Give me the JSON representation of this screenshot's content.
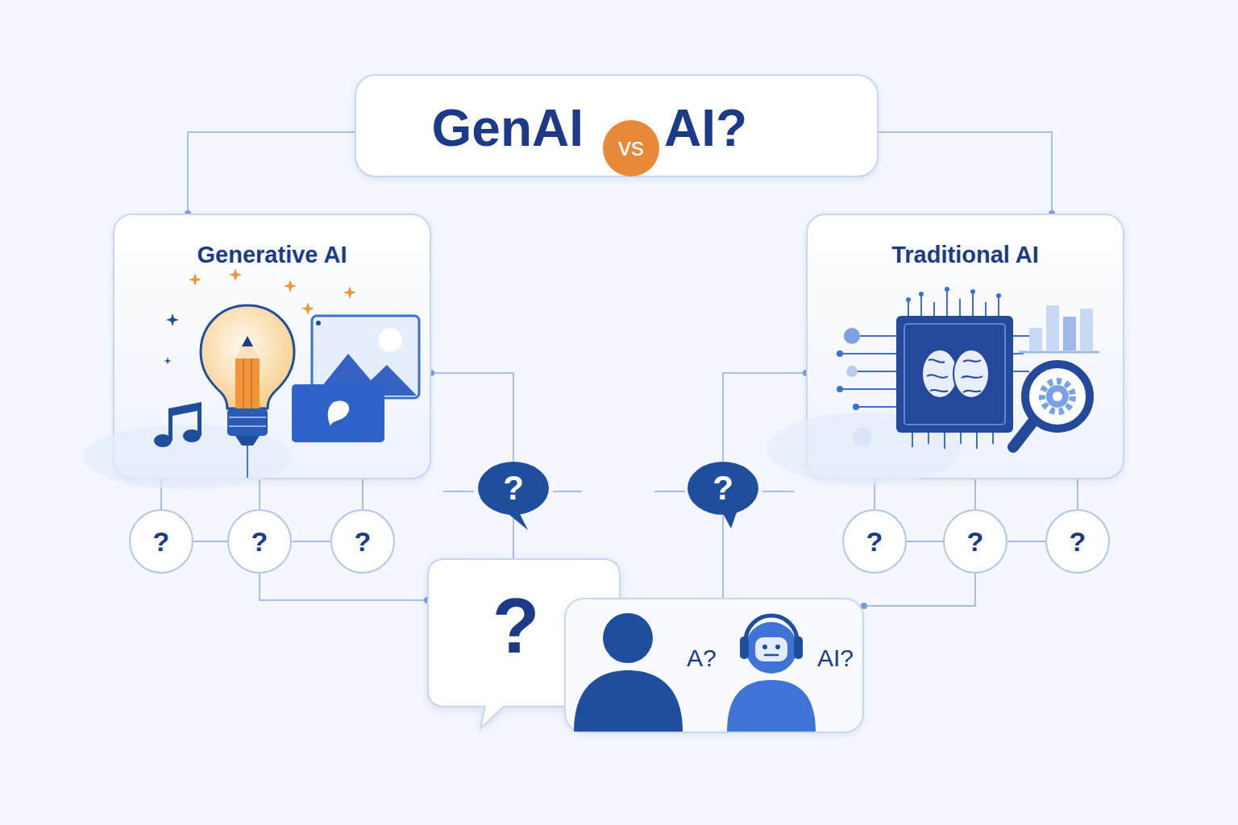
{
  "diagram": {
    "nodes": [
      {
        "text": [
          "GenAI",
          "AI?"
        ]
      },
      {
        "text": [
          "vs"
        ],
        "in": 0
      },
      {
        "text": [
          "Generative AI"
        ]
      },
      {
        "text": [
          "Traditional AI"
        ]
      },
      {
        "text": [
          "?"
        ]
      },
      {
        "text": [
          "?"
        ]
      },
      {
        "text": [
          "?"
        ]
      },
      {
        "text": [
          "?"
        ]
      },
      {
        "text": [
          "?"
        ]
      },
      {
        "text": [
          "?"
        ]
      },
      {
        "text": [
          "?"
        ]
      },
      {
        "text": [
          "?"
        ]
      },
      {
        "text": [
          "?"
        ]
      },
      {
        "text": [
          "A?",
          "AI?"
        ]
      }
    ],
    "edges": [
      {
        "from": 0,
        "to": 2,
        "arrow": "none"
      },
      {
        "from": 0,
        "to": 3,
        "arrow": "none"
      },
      {
        "from": 2,
        "to": 4,
        "arrow": "none"
      },
      {
        "from": 2,
        "to": 5,
        "arrow": "none"
      },
      {
        "from": 2,
        "to": 6,
        "arrow": "none"
      },
      {
        "from": 4,
        "to": 5,
        "arrow": "none"
      },
      {
        "from": 5,
        "to": 6,
        "arrow": "none"
      },
      {
        "from": 5,
        "to": 12,
        "arrow": "none"
      },
      {
        "from": 2,
        "to": 10,
        "arrow": "none"
      },
      {
        "from": 10,
        "to": 12,
        "arrow": "none"
      },
      {
        "from": 3,
        "to": 7,
        "arrow": "none"
      },
      {
        "from": 3,
        "to": 8,
        "arrow": "none"
      },
      {
        "from": 3,
        "to": 9,
        "arrow": "none"
      },
      {
        "from": 7,
        "to": 8,
        "arrow": "none"
      },
      {
        "from": 8,
        "to": 9,
        "arrow": "none"
      },
      {
        "from": 8,
        "to": 13,
        "arrow": "none"
      },
      {
        "from": 3,
        "to": 11,
        "arrow": "none"
      },
      {
        "from": 11,
        "to": 13,
        "arrow": "none"
      }
    ]
  }
}
